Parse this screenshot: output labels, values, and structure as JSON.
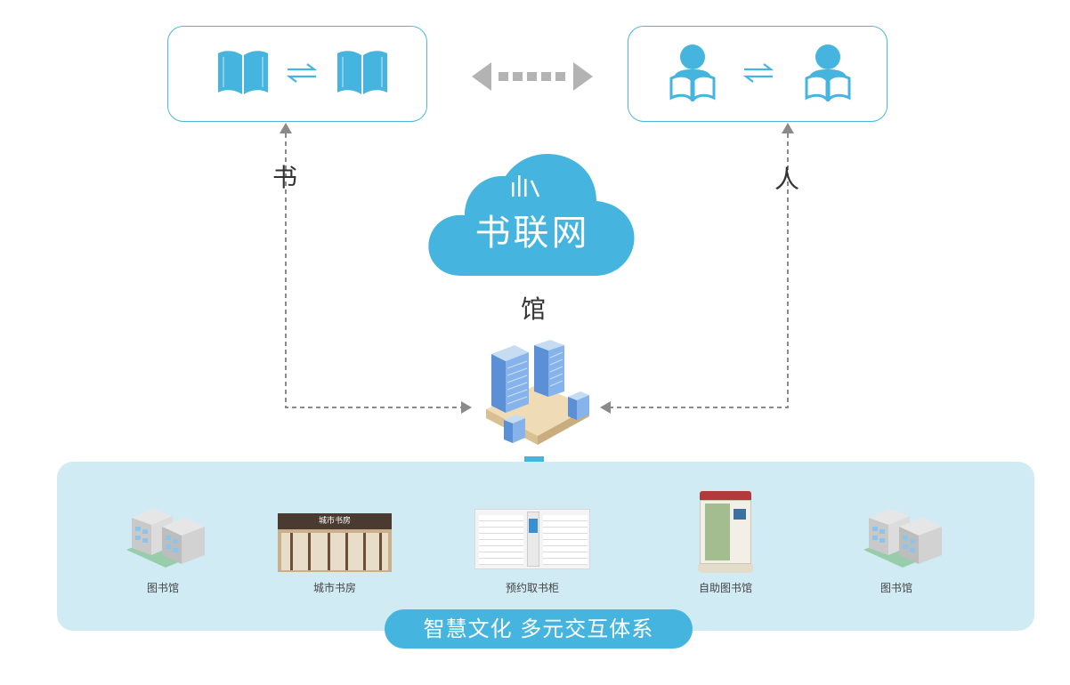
{
  "diagram": {
    "labels": {
      "book": "书",
      "person": "人",
      "library": "馆"
    },
    "cloud": {
      "title": "书联网"
    },
    "sign_text": "城市书房",
    "items": [
      {
        "label": "图书馆"
      },
      {
        "label": "城市书房"
      },
      {
        "label": "预约取书柜"
      },
      {
        "label": "自助图书馆"
      },
      {
        "label": "图书馆"
      }
    ],
    "bottom_banner": "智慧文化 多元交互体系",
    "colors": {
      "accent": "#45b4de",
      "box_border": "#4db6dd",
      "panel": "#d1ebf5",
      "arrow_gray": "#b3b3b3",
      "dashed": "#8a8a8a"
    }
  }
}
